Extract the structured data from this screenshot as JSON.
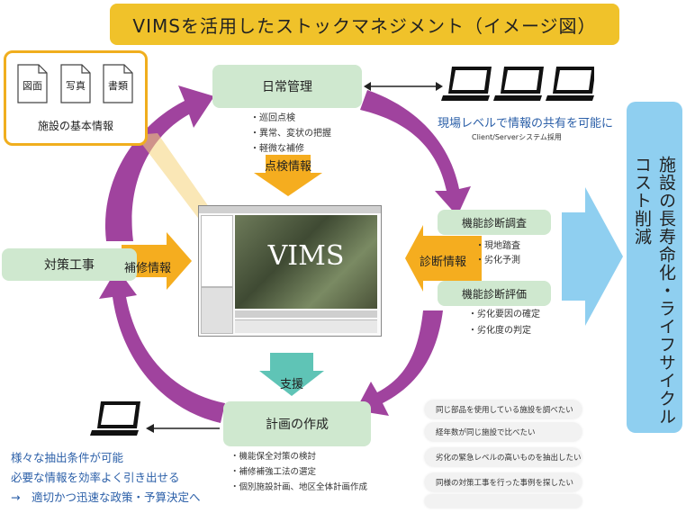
{
  "title": "VIMSを活用したストックマネジメント（イメージ図）",
  "docs": [
    {
      "label": "図面",
      "icon": "document-icon"
    },
    {
      "label": "写真",
      "icon": "document-icon"
    },
    {
      "label": "書類",
      "icon": "document-icon"
    }
  ],
  "basic_info_label": "施設の基本情報",
  "daily": {
    "title": "日常管理",
    "items": [
      "・巡回点検",
      "・異常、変状の把握",
      "・軽微な補修"
    ]
  },
  "share": {
    "headline": "現場レベルで情報の共有を可能に",
    "sub": "Client/Serverシステム採用"
  },
  "inspection_info": "点検情報",
  "diag_survey": {
    "title": "機能診断調査",
    "items": [
      "・現地踏査",
      "・劣化予測"
    ]
  },
  "diag_info": "診断情報",
  "diag_eval": {
    "title": "機能診断評価",
    "items": [
      "・劣化要因の確定",
      "・劣化度の判定"
    ]
  },
  "countermeasure": "対策工事",
  "repair_info": "補修情報",
  "vims_label": "VIMS",
  "support": "支援",
  "plan": {
    "title": "計画の作成",
    "items": [
      "・機能保全対策の検討",
      "・補修補強工法の選定",
      "・個別施設計画、地区全体計画作成"
    ]
  },
  "lifecycle": "施設の長寿命化・ライフサイクルコスト削減",
  "search_examples": [
    "同じ部品を使用している施設を調べたい",
    "経年数が同じ施設で比べたい",
    "劣化の緊急レベルの高いものを抽出したい",
    "同様の対策工事を行った事例を探したい"
  ],
  "benefits": [
    "様々な抽出条件が可能",
    "必要な情報を効率よく引き出せる",
    "→　適切かつ迅速な政策・予算決定へ"
  ],
  "colors": {
    "banner": "#f0c22a",
    "green_box": "#cfe8cf",
    "arrow_purple": "#a0439e",
    "arrow_orange": "#f5ad1f",
    "teal": "#5fc4b6",
    "lifecycle": "#8fcff0",
    "benefit_text": "#2b5fa8"
  }
}
